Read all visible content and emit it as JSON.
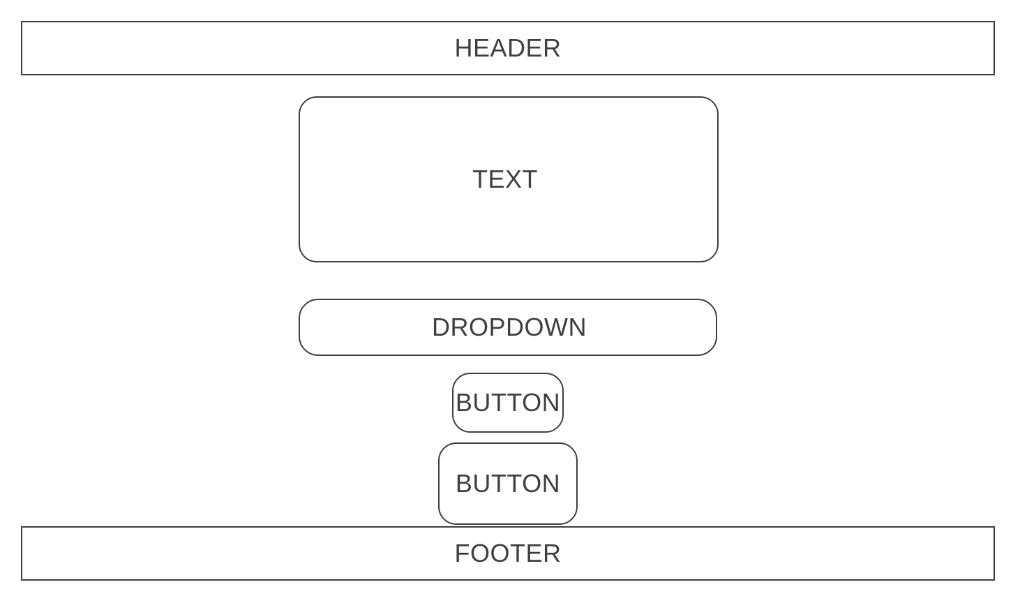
{
  "header": {
    "label": "HEADER"
  },
  "text_box": {
    "label": "TEXT"
  },
  "dropdown": {
    "label": "DROPDOWN"
  },
  "buttons": [
    {
      "label": "BUTTON"
    },
    {
      "label": "BUTTON"
    }
  ],
  "footer": {
    "label": "FOOTER"
  },
  "colors": {
    "stroke": "#3f3f3f",
    "text": "#3f3f3f",
    "background": "#ffffff"
  }
}
